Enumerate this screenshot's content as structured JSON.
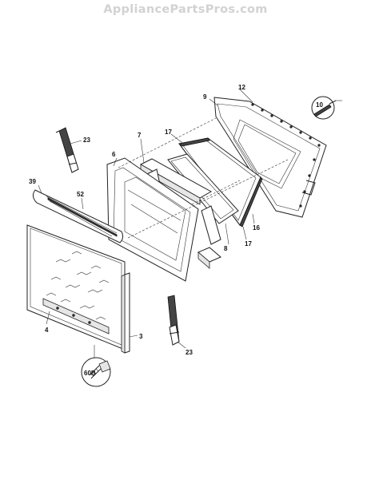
{
  "watermark": "AppliancePartsPros.com",
  "callouts": [
    {
      "id": "c12",
      "label": "12"
    },
    {
      "id": "c9",
      "label": "9"
    },
    {
      "id": "c10",
      "label": "10"
    },
    {
      "id": "c7",
      "label": "7"
    },
    {
      "id": "c17a",
      "label": "17"
    },
    {
      "id": "c23a",
      "label": "23"
    },
    {
      "id": "c6",
      "label": "6"
    },
    {
      "id": "c39",
      "label": "39"
    },
    {
      "id": "c52",
      "label": "52"
    },
    {
      "id": "c16",
      "label": "16"
    },
    {
      "id": "c8",
      "label": "8"
    },
    {
      "id": "c17b",
      "label": "17"
    },
    {
      "id": "c4",
      "label": "4"
    },
    {
      "id": "c3",
      "label": "3"
    },
    {
      "id": "c23b",
      "label": "23"
    },
    {
      "id": "c60b",
      "label": "60B"
    }
  ]
}
